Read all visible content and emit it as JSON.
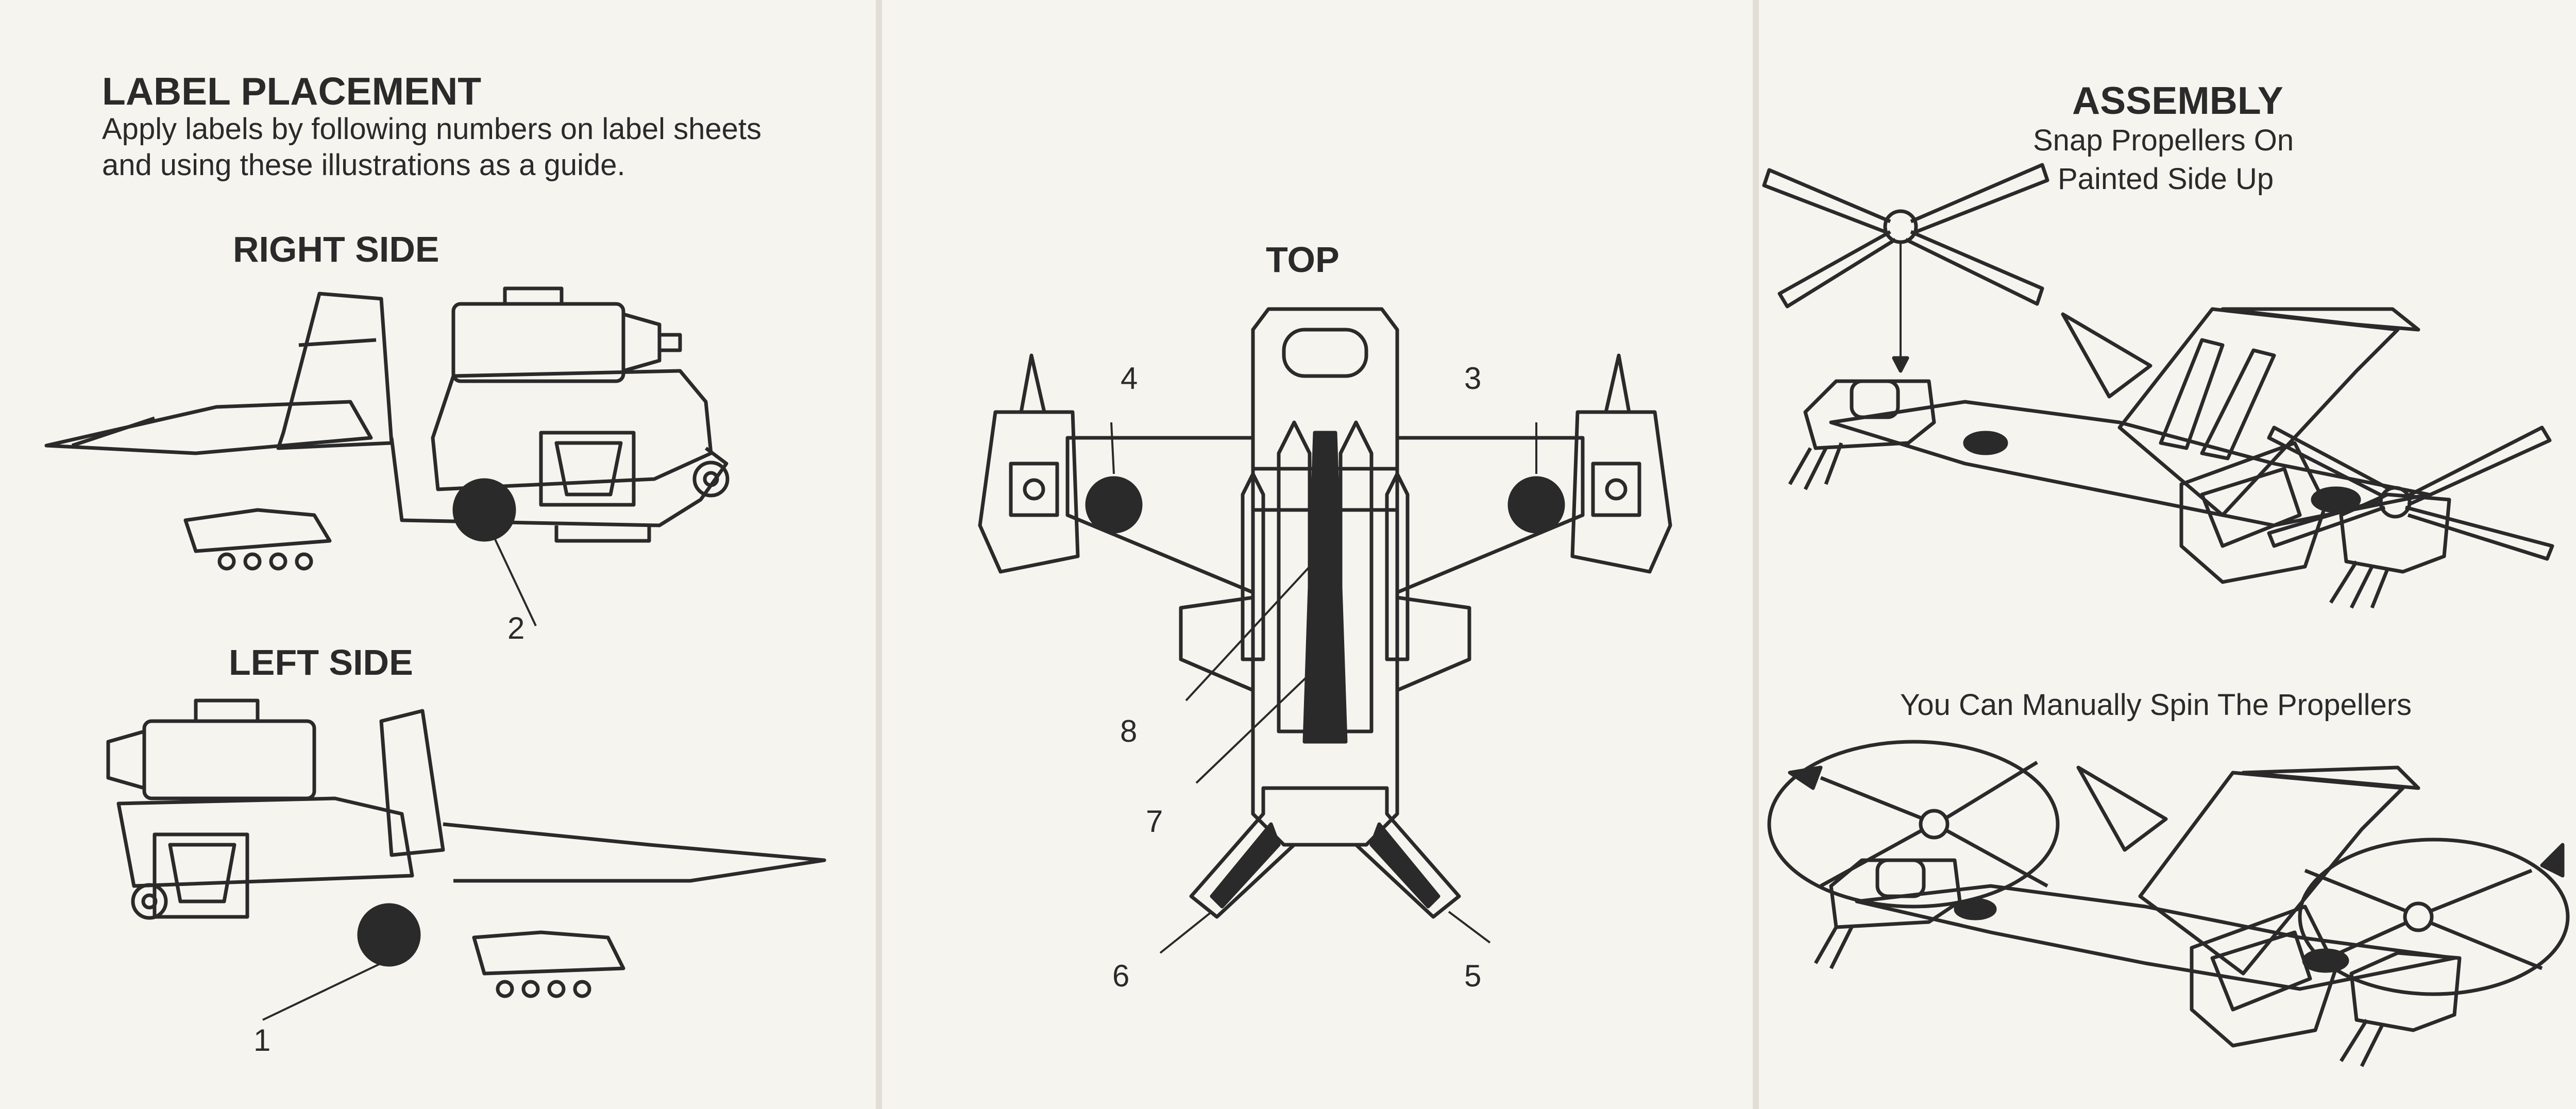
{
  "label_placement": {
    "title": "LABEL PLACEMENT",
    "line1": "Apply labels by following numbers on label sheets",
    "line2": "and using these illustrations as a guide.",
    "right_side": "RIGHT SIDE",
    "left_side": "LEFT SIDE"
  },
  "top_view": {
    "title": "TOP"
  },
  "label_numbers": [
    "1",
    "2",
    "3",
    "4",
    "5",
    "6",
    "7",
    "8"
  ],
  "assembly": {
    "title": "ASSEMBLY",
    "line1": "Snap Propellers On",
    "line2": "Painted Side Up",
    "spin_caption": "You Can Manually Spin The Propellers"
  },
  "colors": {
    "paper": "#f6f4ef",
    "ink": "#2a2a2a"
  }
}
